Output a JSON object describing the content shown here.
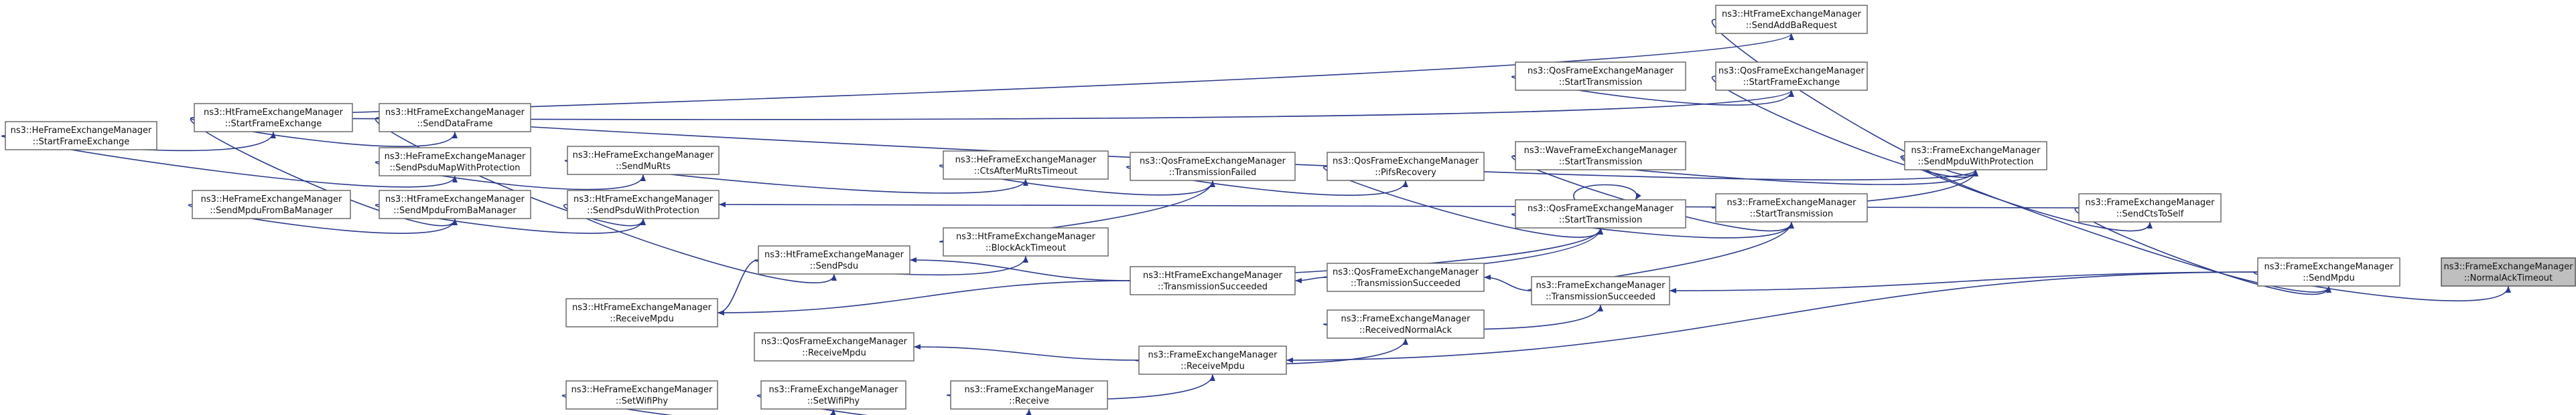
{
  "graph": {
    "colors": {
      "edge": "#2b3a8c",
      "node_border": "#6b6b6b",
      "highlight_fill": "#bfbfbf"
    },
    "nodes": [
      {
        "id": "target",
        "l1": "ns3::FrameExchangeManager",
        "l2": "::NormalAckTimeout",
        "highlight": true
      },
      {
        "id": "sendMpdu",
        "l1": "ns3::FrameExchangeManager",
        "l2": "::SendMpdu"
      },
      {
        "id": "sendMpduWithProtection",
        "l1": "ns3::FrameExchangeManager",
        "l2": "::SendMpduWithProtection"
      },
      {
        "id": "sendCtsToSelf",
        "l1": "ns3::FrameExchangeManager",
        "l2": "::SendCtsToSelf"
      },
      {
        "id": "htSendAddBaRequest",
        "l1": "ns3::HtFrameExchangeManager",
        "l2": "::SendAddBaRequest"
      },
      {
        "id": "qosStartFrameExchange",
        "l1": "ns3::QosFrameExchangeManager",
        "l2": "::StartFrameExchange"
      },
      {
        "id": "qosStartTransmissionLeft",
        "l1": "ns3::QosFrameExchangeManager",
        "l2": "::StartTransmission"
      },
      {
        "id": "waveStartTransmission",
        "l1": "ns3::WaveFrameExchangeManager",
        "l2": "::StartTransmission"
      },
      {
        "id": "fStartTransmission",
        "l1": "ns3::FrameExchangeManager",
        "l2": "::StartTransmission"
      },
      {
        "id": "qosStartTransmission",
        "l1": "ns3::QosFrameExchangeManager",
        "l2": "::StartTransmission"
      },
      {
        "id": "pifsRecovery",
        "l1": "ns3::QosFrameExchangeManager",
        "l2": "::PifsRecovery"
      },
      {
        "id": "fTransmissionSucceeded",
        "l1": "ns3::FrameExchangeManager",
        "l2": "::TransmissionSucceeded"
      },
      {
        "id": "qosTransmissionSucceeded",
        "l1": "ns3::QosFrameExchangeManager",
        "l2": "::TransmissionSucceeded"
      },
      {
        "id": "receivedNormalAck",
        "l1": "ns3::FrameExchangeManager",
        "l2": "::ReceivedNormalAck"
      },
      {
        "id": "qosTransmissionFailed",
        "l1": "ns3::QosFrameExchangeManager",
        "l2": "::TransmissionFailed"
      },
      {
        "id": "htTransmissionSucceeded",
        "l1": "ns3::HtFrameExchangeManager",
        "l2": "::TransmissionSucceeded"
      },
      {
        "id": "fReceiveMpdu",
        "l1": "ns3::FrameExchangeManager",
        "l2": "::ReceiveMpdu"
      },
      {
        "id": "fReceive",
        "l1": "ns3::FrameExchangeManager",
        "l2": "::Receive"
      },
      {
        "id": "heCtsAfterMuRtsTimeout",
        "l1": "ns3::HeFrameExchangeManager",
        "l2": "::CtsAfterMuRtsTimeout"
      },
      {
        "id": "htBlockAckTimeout",
        "l1": "ns3::HtFrameExchangeManager",
        "l2": "::BlockAckTimeout"
      },
      {
        "id": "htSendPsdu",
        "l1": "ns3::HtFrameExchangeManager",
        "l2": "::SendPsdu"
      },
      {
        "id": "qosReceiveMpdu",
        "l1": "ns3::QosFrameExchangeManager",
        "l2": "::ReceiveMpdu"
      },
      {
        "id": "fSetWifiPhy",
        "l1": "ns3::FrameExchangeManager",
        "l2": "::SetWifiPhy"
      },
      {
        "id": "htSendDataFrame",
        "l1": "ns3::HtFrameExchangeManager",
        "l2": "::SendDataFrame"
      },
      {
        "id": "heSendMuRts",
        "l1": "ns3::HeFrameExchangeManager",
        "l2": "::SendMuRts"
      },
      {
        "id": "htSendPsduWithProtection",
        "l1": "ns3::HtFrameExchangeManager",
        "l2": "::SendPsduWithProtection"
      },
      {
        "id": "heSendPsduMapWithProtection",
        "l1": "ns3::HeFrameExchangeManager",
        "l2": "::SendPsduMapWithProtection"
      },
      {
        "id": "htSendMpduFromBaManager",
        "l1": "ns3::HtFrameExchangeManager",
        "l2": "::SendMpduFromBaManager"
      },
      {
        "id": "htStartFrameExchange",
        "l1": "ns3::HtFrameExchangeManager",
        "l2": "::StartFrameExchange"
      },
      {
        "id": "htReceiveMpdu",
        "l1": "ns3::HtFrameExchangeManager",
        "l2": "::ReceiveMpdu"
      },
      {
        "id": "heSetWifiPhy",
        "l1": "ns3::HeFrameExchangeManager",
        "l2": "::SetWifiPhy"
      },
      {
        "id": "heStartFrameExchange",
        "l1": "ns3::HeFrameExchangeManager",
        "l2": "::StartFrameExchange"
      },
      {
        "id": "heSendMpduFromBaManager",
        "l1": "ns3::HeFrameExchangeManager",
        "l2": "::SendMpduFromBaManager"
      }
    ],
    "edges": [
      [
        "sendMpdu",
        "target"
      ],
      [
        "sendMpduWithProtection",
        "sendMpdu"
      ],
      [
        "sendCtsToSelf",
        "sendMpdu"
      ],
      [
        "htSendAddBaRequest",
        "sendMpduWithProtection"
      ],
      [
        "qosStartFrameExchange",
        "sendMpduWithProtection"
      ],
      [
        "waveStartTransmission",
        "sendMpduWithProtection"
      ],
      [
        "fStartTransmission",
        "sendMpduWithProtection"
      ],
      [
        "sendMpduWithProtection",
        "sendCtsToSelf"
      ],
      [
        "qosStartTransmissionLeft",
        "qosStartFrameExchange"
      ],
      [
        "waveStartTransmission",
        "fStartTransmission"
      ],
      [
        "qosStartTransmission",
        "fStartTransmission"
      ],
      [
        "fTransmissionSucceeded",
        "fStartTransmission"
      ],
      [
        "sendMpdu",
        "fTransmissionSucceeded"
      ],
      [
        "qosStartTransmission",
        "qosStartTransmission"
      ],
      [
        "pifsRecovery",
        "qosStartTransmission"
      ],
      [
        "qosTransmissionSucceeded",
        "qosStartTransmission"
      ],
      [
        "htTransmissionSucceeded",
        "qosStartTransmission"
      ],
      [
        "fTransmissionSucceeded",
        "qosTransmissionSucceeded"
      ],
      [
        "receivedNormalAck",
        "fTransmissionSucceeded"
      ],
      [
        "qosTransmissionFailed",
        "pifsRecovery"
      ],
      [
        "qosTransmissionSucceeded",
        "htTransmissionSucceeded"
      ],
      [
        "fReceiveMpdu",
        "receivedNormalAck"
      ],
      [
        "sendMpdu",
        "fReceiveMpdu"
      ],
      [
        "heCtsAfterMuRtsTimeout",
        "qosTransmissionFailed"
      ],
      [
        "htBlockAckTimeout",
        "qosTransmissionFailed"
      ],
      [
        "htTransmissionSucceeded",
        "htSendPsdu"
      ],
      [
        "htTransmissionSucceeded",
        "htReceiveMpdu"
      ],
      [
        "fReceive",
        "fReceiveMpdu"
      ],
      [
        "fReceiveMpdu",
        "qosReceiveMpdu"
      ],
      [
        "heSendMuRts",
        "heCtsAfterMuRtsTimeout"
      ],
      [
        "htSendPsdu",
        "htBlockAckTimeout"
      ],
      [
        "htSendPsduWithProtection",
        "htSendPsdu"
      ],
      [
        "htSendPsdu",
        "htReceiveMpdu"
      ],
      [
        "fSetWifiPhy",
        "fReceive"
      ],
      [
        "heSetWifiPhy",
        "fSetWifiPhy"
      ],
      [
        "htSendDataFrame",
        "sendMpduWithProtection"
      ],
      [
        "sendCtsToSelf",
        "htSendPsduWithProtection"
      ],
      [
        "heSendPsduMapWithProtection",
        "heSendMuRts"
      ],
      [
        "htSendDataFrame",
        "htSendPsduWithProtection"
      ],
      [
        "htSendMpduFromBaManager",
        "htSendPsduWithProtection"
      ],
      [
        "htStartFrameExchange",
        "htSendAddBaRequest"
      ],
      [
        "htStartFrameExchange",
        "qosStartFrameExchange"
      ],
      [
        "htStartFrameExchange",
        "htSendDataFrame"
      ],
      [
        "htStartFrameExchange",
        "htSendMpduFromBaManager"
      ],
      [
        "heStartFrameExchange",
        "htStartFrameExchange"
      ],
      [
        "heStartFrameExchange",
        "heSendPsduMapWithProtection"
      ],
      [
        "heSendMpduFromBaManager",
        "htSendMpduFromBaManager"
      ]
    ]
  }
}
